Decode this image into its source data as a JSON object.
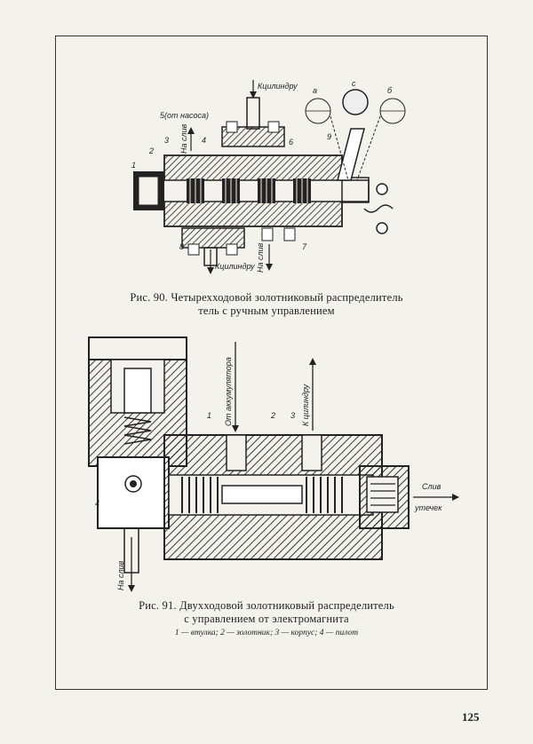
{
  "figure90": {
    "caption_line1": "Рис. 90. Четырехходовой золотниковый распределитель",
    "caption_line2": "тель с ручным управлением",
    "labels": {
      "to_cylinder_top": "Кцилиндру",
      "from_pump": "5(от насоса)",
      "drain_left": "На слив",
      "n1": "1",
      "n2": "2",
      "n3": "3",
      "n4": "4",
      "n6": "6",
      "n7": "7",
      "n8": "8",
      "n9": "9",
      "a": "а",
      "b": "б",
      "c": "с",
      "to_cylinder_bottom": "Кцилиндру",
      "drain_bottom": "На слив"
    }
  },
  "figure91": {
    "caption_line1": "Рис. 91. Двухходовой золотниковый распределитель",
    "caption_line2": "с управлением от электромагнита",
    "legend": "1 — втулка; 2 — золотник; 3 — корпус; 4 — пилот",
    "labels": {
      "from_accumulator": "От аккумулятора",
      "to_cylinder": "К цилиндру",
      "n1": "1",
      "n2": "2",
      "n3": "3",
      "n4": "4",
      "drain_leak_1": "Слив",
      "drain_leak_2": "утечек",
      "drain": "На слив"
    }
  },
  "page_number": "125"
}
